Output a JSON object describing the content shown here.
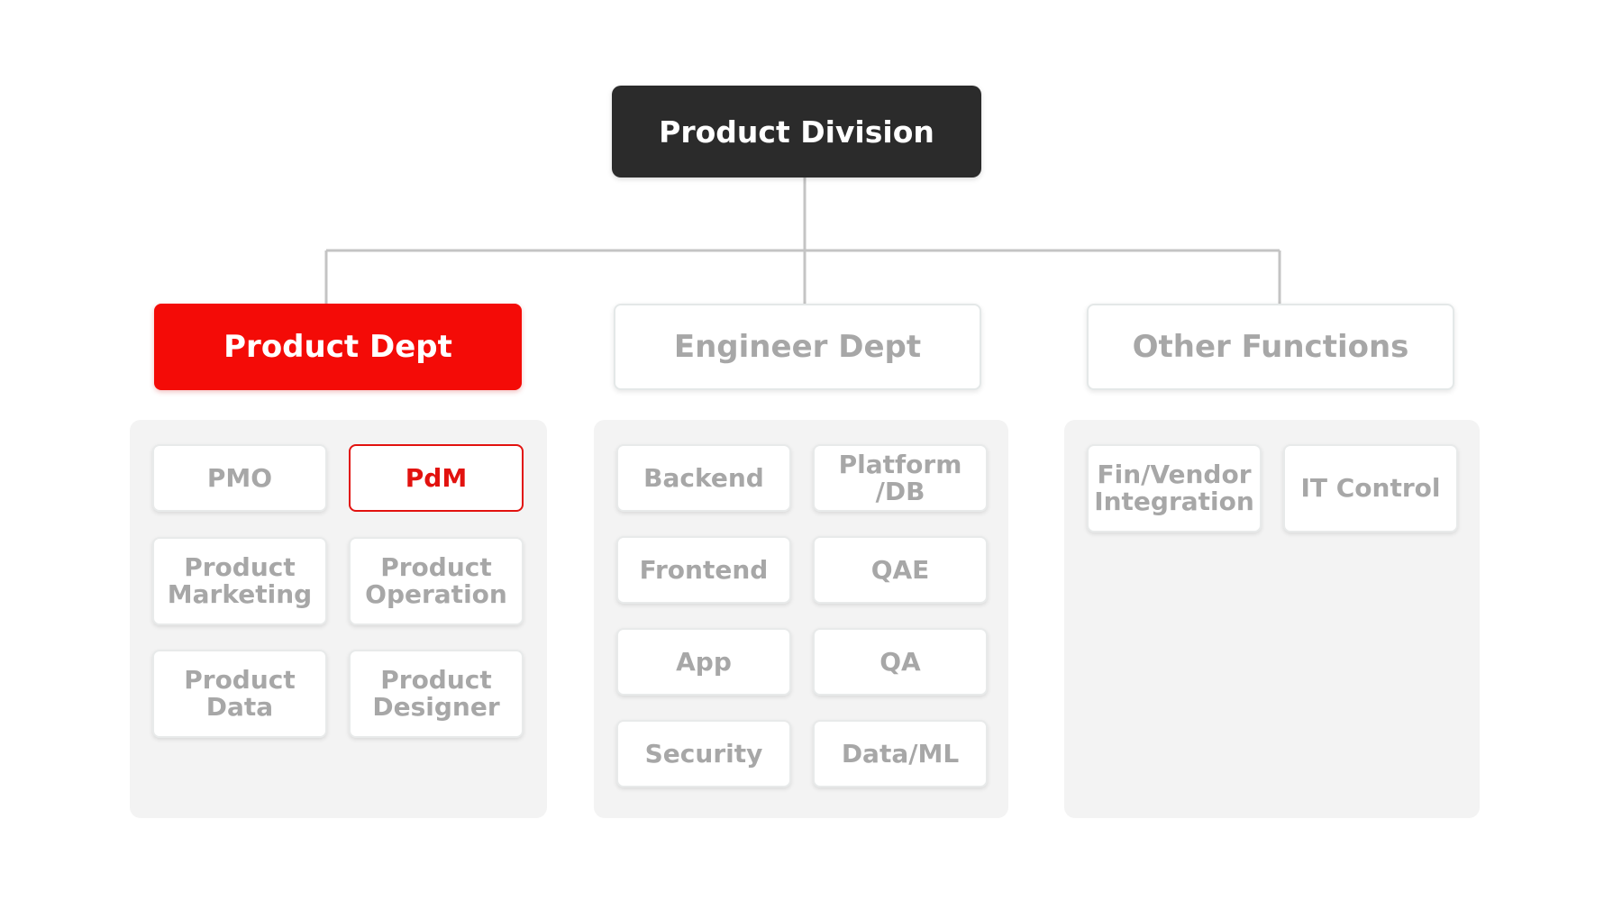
{
  "diagram": {
    "root": {
      "label": "Product Division"
    },
    "departments": [
      {
        "label": "Product Dept",
        "highlighted": true,
        "roles": [
          {
            "label": "PMO"
          },
          {
            "label": "PdM",
            "highlighted": true
          },
          {
            "label": "Product\nMarketing"
          },
          {
            "label": "Product\nOperation"
          },
          {
            "label": "Product\nData"
          },
          {
            "label": "Product\nDesigner"
          }
        ]
      },
      {
        "label": "Engineer Dept",
        "highlighted": false,
        "roles": [
          {
            "label": "Backend"
          },
          {
            "label": "Platform\n/DB"
          },
          {
            "label": "Frontend"
          },
          {
            "label": "QAE"
          },
          {
            "label": "App"
          },
          {
            "label": "QA"
          },
          {
            "label": "Security"
          },
          {
            "label": "Data/ML"
          }
        ]
      },
      {
        "label": "Other Functions",
        "highlighted": false,
        "roles": [
          {
            "label": "Fin/Vendor\nIntegration"
          },
          {
            "label": "IT Control"
          }
        ]
      }
    ]
  },
  "colors": {
    "root_bg": "#2b2b2b",
    "accent_red": "#f40b07",
    "muted_text": "#a7a7a7",
    "connector": "#c4c4c4",
    "panel_bg": "#f3f3f3"
  }
}
